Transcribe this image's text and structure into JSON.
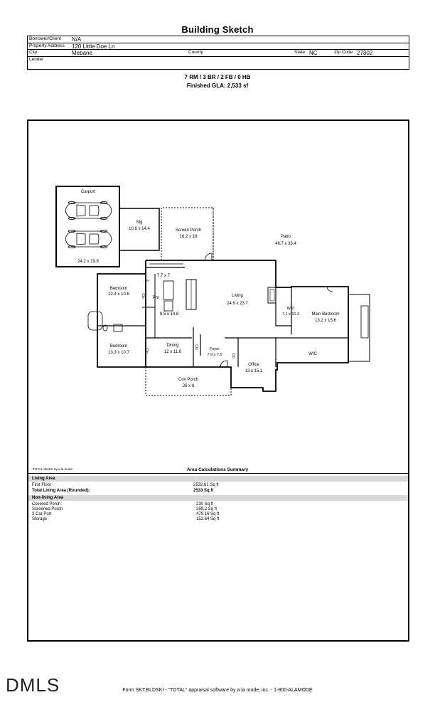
{
  "title": "Building Sketch",
  "header": {
    "borrower_label": "Borrower/Client",
    "borrower_value": "N/A",
    "address_label": "Property Address",
    "address_value": "120 Little Doe Ln",
    "city_label": "City",
    "city_value": "Mebane",
    "county_label": "County",
    "county_value": "",
    "state_label": "State",
    "state_value": "NC",
    "zip_label": "Zip Code",
    "zip_value": "27302",
    "lender_label": "Lender",
    "lender_value": ""
  },
  "summary_line1": "7 RM / 3 BR / 2 FB / 0 HB",
  "summary_line2": "Finished GLA: 2,533 sf",
  "sketch": {
    "carport_label": "Carport",
    "carport_dims": "24.2 x 19.8",
    "stg_label": "Stg",
    "stg_dims": "10.6 x 14.4",
    "screen_porch_label": "Screen Porch",
    "screen_porch_dims": "16.2 x 16",
    "patio_label": "Patio",
    "patio_dims": "46.7 x 33.4",
    "small_dims": "7.7 x 7",
    "bedroom1_label": "Bedroom",
    "bedroom1_dims": "12.4 x 10.6",
    "ov_label": "OV",
    "clo_label": "Clo",
    "pnt_label": "Pnt",
    "kitchen_dims": "8.5 x 14.8",
    "living_label": "Living",
    "living_dims": "24.6 x 23.7",
    "wd_label": "W/D",
    "wd_dims": "7.1 x 10.3",
    "main_bedroom_label": "Main Bedroom",
    "main_bedroom_dims": "13.2 x 15.6",
    "bedroom2_label": "Bedroom",
    "bedroom2_dims": "13.3 x 10.7",
    "dining_label": "Dining",
    "dining_dims": "12 x 11.8",
    "foyer_label": "Foyer",
    "foyer_dims": "7.9 x 7.5",
    "office_label": "Office",
    "office_dims": "13 x 15.1",
    "wic_label": "WIC",
    "cov_porch_label": "Cov Porch",
    "cov_porch_dims": "26 x 8",
    "s_label": "S"
  },
  "credit_small": "TOTAL Sketch by a la mode",
  "area_calc_title": "Area Calculations Summary",
  "living_area_header": "Living Area",
  "first_floor_label": "First Floor",
  "first_floor_value": "2532.61 Sq ft",
  "total_label": "Total Living Area (Rounded):",
  "total_value": "2533 Sq ft",
  "nonliving_header": "Non-living Area",
  "nonliving": [
    {
      "label": "Covered Porch",
      "value": "230 Sq ft"
    },
    {
      "label": "Screened Porch",
      "value": "259.2 Sq ft"
    },
    {
      "label": "2 Car Port",
      "value": "479.16 Sq ft"
    },
    {
      "label": "Storage",
      "value": "152.64 Sq ft"
    }
  ],
  "logo_text": "DMLS",
  "footer": "Form SKT.BLDSKI - \"TOTAL\" appraisal software by a la mode, inc. - 1-800-ALAMODE"
}
